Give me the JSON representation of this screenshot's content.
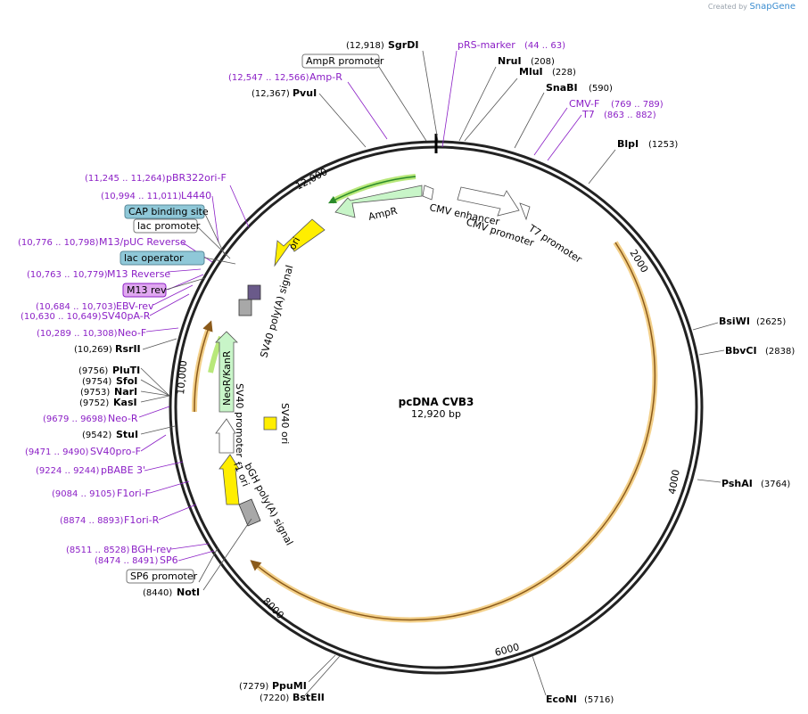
{
  "credit": {
    "prefix": "Created by",
    "brand": "SnapGene"
  },
  "plasmid": {
    "name": "pcDNA CVB3",
    "size_label": "12,920 bp"
  },
  "ticks": [
    "2000",
    "4000",
    "6000",
    "8000",
    "10,000",
    "12,000"
  ],
  "enzymes": [
    {
      "name": "SgrDI",
      "pos": "(12,918)"
    },
    {
      "name": "NruI",
      "pos": "(208)"
    },
    {
      "name": "MluI",
      "pos": "(228)"
    },
    {
      "name": "SnaBI",
      "pos": "(590)"
    },
    {
      "name": "BlpI",
      "pos": "(1253)"
    },
    {
      "name": "BsiWI",
      "pos": "(2625)"
    },
    {
      "name": "BbvCI",
      "pos": "(2838)"
    },
    {
      "name": "PshAI",
      "pos": "(3764)"
    },
    {
      "name": "EcoNI",
      "pos": "(5716)"
    },
    {
      "name": "PpuMI",
      "pos": "(7279)"
    },
    {
      "name": "BstEII",
      "pos": "(7220)"
    },
    {
      "name": "NotI",
      "pos": "(8440)"
    },
    {
      "name": "StuI",
      "pos": "(9542)"
    },
    {
      "name": "PluTI",
      "pos": "(9756)"
    },
    {
      "name": "SfoI",
      "pos": "(9754)"
    },
    {
      "name": "NarI",
      "pos": "(9753)"
    },
    {
      "name": "KasI",
      "pos": "(9752)"
    },
    {
      "name": "RsrII",
      "pos": "(10,269)"
    },
    {
      "name": "PvuI",
      "pos": "(12,367)"
    }
  ],
  "primers": [
    {
      "name": "pRS-marker",
      "range": "(44 .. 63)"
    },
    {
      "name": "CMV-F",
      "range": "(769 .. 789)"
    },
    {
      "name": "T7",
      "range": "(863 .. 882)"
    },
    {
      "name": "Amp-R",
      "range": "(12,547 .. 12,566)"
    },
    {
      "name": "pBR322ori-F",
      "range": "(11,245 .. 11,264)"
    },
    {
      "name": "L4440",
      "range": "(10,994 .. 11,011)"
    },
    {
      "name": "M13/pUC Reverse",
      "range": "(10,776 .. 10,798)"
    },
    {
      "name": "M13 Reverse",
      "range": "(10,763 .. 10,779)"
    },
    {
      "name": "EBV-rev",
      "range": "(10,684 .. 10,703)"
    },
    {
      "name": "SV40pA-R",
      "range": "(10,630 .. 10,649)"
    },
    {
      "name": "Neo-F",
      "range": "(10,289 .. 10,308)"
    },
    {
      "name": "Neo-R",
      "range": "(9679 .. 9698)"
    },
    {
      "name": "SV40pro-F",
      "range": "(9471 .. 9490)"
    },
    {
      "name": "pBABE 3'",
      "range": "(9224 .. 9244)"
    },
    {
      "name": "F1ori-F",
      "range": "(9084 .. 9105)"
    },
    {
      "name": "F1ori-R",
      "range": "(8874 .. 8893)"
    },
    {
      "name": "BGH-rev",
      "range": "(8511 .. 8528)"
    },
    {
      "name": "SP6",
      "range": "(8474 .. 8491)"
    }
  ],
  "boxed_features": [
    {
      "name": "AmpR promoter"
    },
    {
      "name": "CAP binding site"
    },
    {
      "name": "lac promoter"
    },
    {
      "name": "lac operator"
    },
    {
      "name": "M13 rev"
    },
    {
      "name": "SP6 promoter"
    }
  ],
  "inner_features": {
    "ampr": "AmpR",
    "ori": "ori",
    "cmv_enhancer": "CMV enhancer",
    "cmv_promoter": "CMV promoter",
    "t7_promoter": "T7 promoter",
    "sv40_polya": "SV40 poly(A) signal",
    "neo": "NeoR/KanR",
    "sv40_promoter": "SV40 promoter",
    "sv40_ori": "SV40 ori",
    "f1_ori": "f1 ori",
    "bgh_polya": "bGH poly(A) signal"
  },
  "colors": {
    "backbone": "#222222",
    "primer": "#8b1fc6",
    "orf": "#e8a33a",
    "ampr_fill": "#c8f5c8",
    "ori_fill": "#ffee00",
    "cap_fill": "#8fc8d8",
    "m13_fill": "#e0a8f0",
    "grey_feature": "#a8a8a8"
  }
}
